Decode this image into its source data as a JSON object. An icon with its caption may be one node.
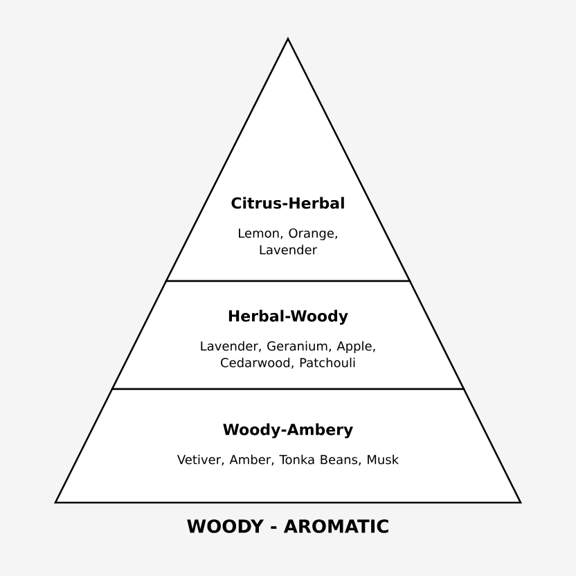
{
  "diagram": {
    "title": "WOODY - AROMATIC",
    "nodes": [
      {
        "text": [
          "Citrus-Herbal",
          "Lemon, Orange, Lavender"
        ]
      },
      {
        "text": [
          "Herbal-Woody",
          "Lavender, Geranium, Apple, Cedarwood, Patchouli"
        ]
      },
      {
        "text": [
          "Woody-Ambery",
          "Vetiver, Amber, Tonka Beans, Musk"
        ]
      }
    ]
  }
}
